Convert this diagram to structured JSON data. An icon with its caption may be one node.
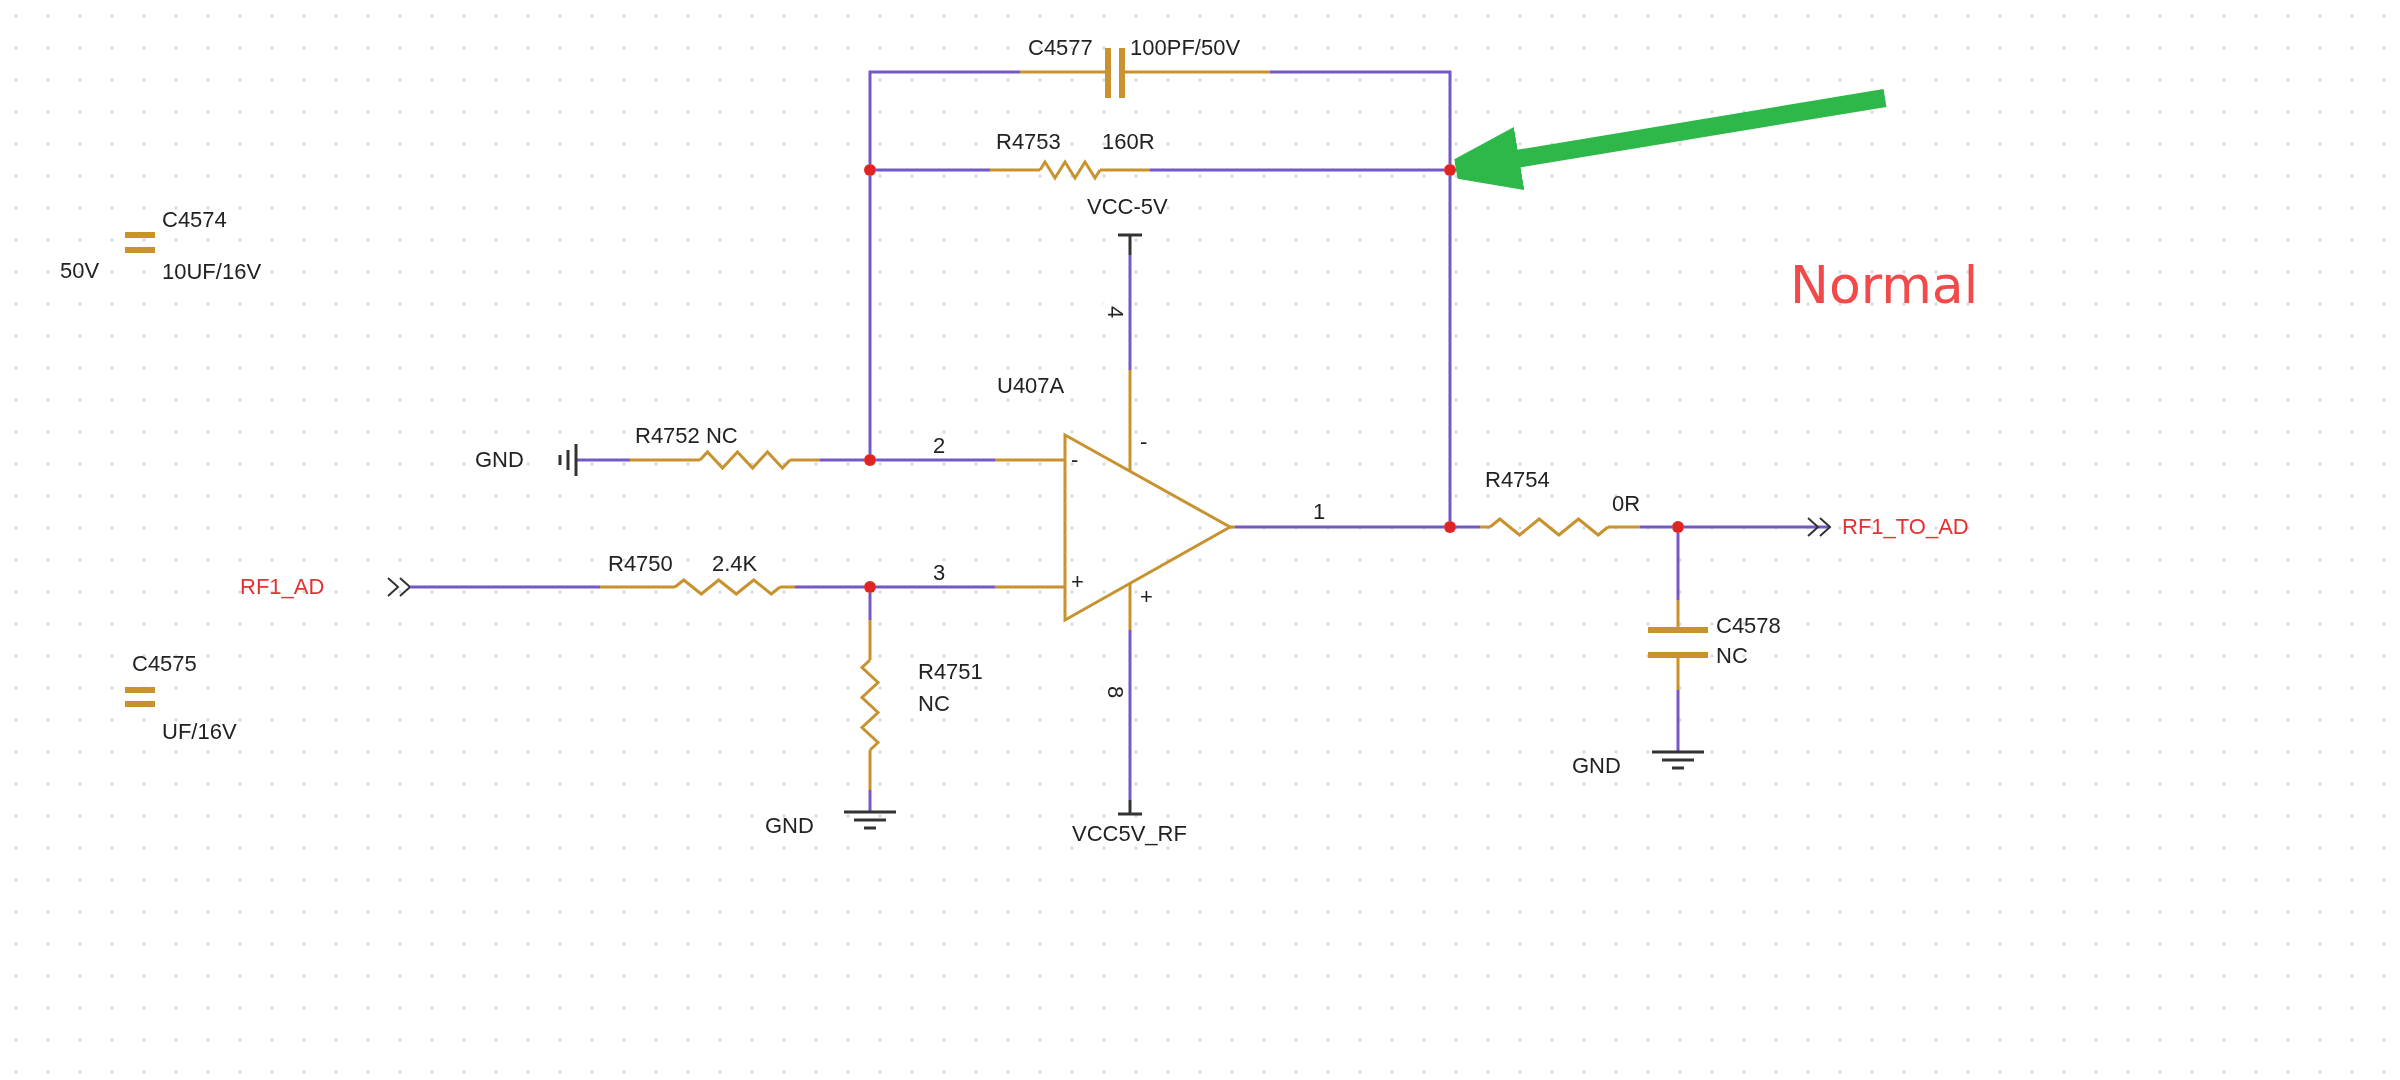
{
  "diagram": {
    "nodes": [
      {
        "text": [
          "C4577",
          "100PF/50V"
        ]
      },
      {
        "text": [],
        "shape": "circle"
      },
      {
        "text": [
          "R4753",
          "160R"
        ]
      },
      {
        "text": [],
        "shape": "circle"
      },
      {
        "text": [
          "C4574",
          "10UF/16V"
        ]
      },
      {
        "text": [
          "VCC-5V"
        ]
      },
      {
        "text": [
          "U407A",
          "-",
          "+",
          "-",
          "+"
        ]
      },
      {
        "text": [
          "GND"
        ]
      },
      {
        "text": [
          "R4752 NC"
        ]
      },
      {
        "text": [],
        "shape": "circle"
      },
      {
        "text": [
          "R4754",
          "0R"
        ]
      },
      {
        "text": [],
        "shape": "circle"
      },
      {
        "text": [],
        "shape": "circle"
      },
      {
        "text": [
          "RF1_TO_AD"
        ]
      },
      {
        "text": [
          "RF1_AD"
        ]
      },
      {
        "text": [
          "R4750",
          "2.4K"
        ]
      },
      {
        "text": [],
        "shape": "circle"
      },
      {
        "text": [
          "R4751",
          "NC"
        ]
      },
      {
        "text": [
          "C4578",
          "NC"
        ]
      },
      {
        "text": [
          "C4575",
          "UF/16V"
        ]
      },
      {
        "text": [
          "GND"
        ]
      },
      {
        "text": [
          "GND"
        ]
      },
      {
        "text": [
          "VCC5V_RF"
        ]
      }
    ],
    "edges": [
      {
        "from": 1,
        "to": 0,
        "arrow": "none"
      },
      {
        "from": 0,
        "to": 3,
        "arrow": "none"
      },
      {
        "from": 1,
        "to": 2,
        "arrow": "none"
      },
      {
        "from": 2,
        "to": 3,
        "arrow": "none"
      },
      {
        "from": 1,
        "to": 9,
        "arrow": "none"
      },
      {
        "from": 3,
        "to": 11,
        "arrow": "none"
      },
      {
        "from": 7,
        "to": 8,
        "arrow": "none"
      },
      {
        "from": 8,
        "to": 9,
        "arrow": "none"
      },
      {
        "from": 9,
        "to": 6,
        "arrow": "none",
        "label": "2"
      },
      {
        "from": 14,
        "to": 15,
        "arrow": "none"
      },
      {
        "from": 15,
        "to": 16,
        "arrow": "none"
      },
      {
        "from": 16,
        "to": 6,
        "arrow": "none",
        "label": "3"
      },
      {
        "from": 16,
        "to": 17,
        "arrow": "none"
      },
      {
        "from": 17,
        "to": 21,
        "arrow": "none"
      },
      {
        "from": 5,
        "to": 6,
        "arrow": "none",
        "label": "4"
      },
      {
        "from": 6,
        "to": 22,
        "arrow": "none",
        "label": "8"
      },
      {
        "from": 6,
        "to": 11,
        "arrow": "none",
        "label": "1"
      },
      {
        "from": 11,
        "to": 10,
        "arrow": "none"
      },
      {
        "from": 10,
        "to": 12,
        "arrow": "none"
      },
      {
        "from": 12,
        "to": 13,
        "arrow": "to"
      },
      {
        "from": 12,
        "to": 18,
        "arrow": "none"
      },
      {
        "from": 18,
        "to": 20,
        "arrow": "none"
      },
      {
        "from": null,
        "to": 3,
        "arrow": "to",
        "style": "thick",
        "color": "#2eb84a"
      }
    ],
    "labels": [
      "50V",
      "Normal"
    ]
  }
}
